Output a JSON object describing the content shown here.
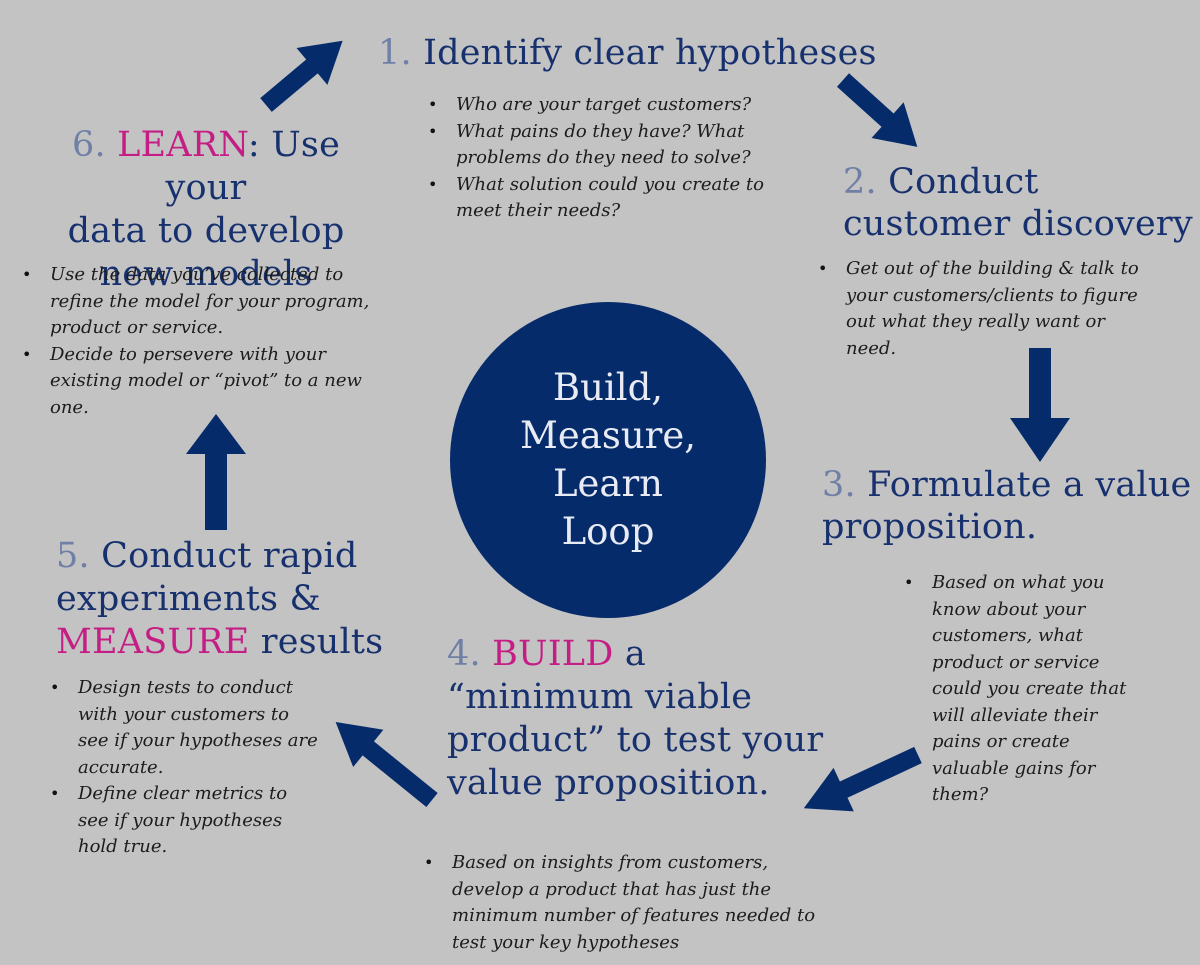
{
  "center": {
    "lines": [
      "Build,",
      "Measure,",
      "Learn",
      "Loop"
    ]
  },
  "steps": [
    {
      "number": "1.",
      "line1_text": "Identify clear hypotheses",
      "bullets": [
        "Who are your target customers?",
        "What pains do they have?  What problems do they need to solve?",
        "What solution could you create to meet their needs?"
      ]
    },
    {
      "number": "2.",
      "line1_text": "Conduct",
      "line2_text": "customer discovery",
      "bullets": [
        "Get out of the building & talk to your customers/clients to figure out what they really want or need."
      ]
    },
    {
      "number": "3.",
      "line1_text": "Formulate a value",
      "line2_text": "proposition.",
      "bullets": [
        "Based on what you know about your customers, what product or service could you create that will alleviate their pains or create valuable gains for them?"
      ]
    },
    {
      "number": "4.",
      "accent": "BUILD",
      "line1_rest": "a",
      "line2_text": "“minimum viable",
      "line3_text": "product” to test your",
      "line4_text": "value proposition.",
      "bullets": [
        "Based on insights from customers, develop a product that has just the minimum number of features needed to test your key hypotheses"
      ]
    },
    {
      "number": "5.",
      "line1_text": "Conduct rapid",
      "line2_text": "experiments &",
      "accent": "MEASURE",
      "line3_rest": "results",
      "bullets": [
        "Design tests to conduct with your customers to see if your hypotheses are accurate.",
        "Define clear metrics to see if your hypotheses hold true."
      ]
    },
    {
      "number": "6.",
      "accent": "LEARN",
      "line1_rest": ": Use your",
      "line2_text": "data to develop",
      "line3_text": "new models",
      "bullets": [
        "Use the data you’ve collected to refine the model for your program, product or service.",
        "Decide to persevere with your existing model or “pivot” to a new one."
      ]
    }
  ],
  "colors": {
    "background": "#c3c3c3",
    "navy": "#062b6b",
    "heading_text": "#17316e",
    "step_number": "#6f7fa6",
    "accent_magenta": "#c41e85",
    "center_text": "#e8ebf4"
  },
  "icons": {
    "arrow_1_to_2": "arrow-down-right",
    "arrow_2_to_3": "arrow-down",
    "arrow_3_to_4": "arrow-down-left",
    "arrow_4_to_5": "arrow-up-left",
    "arrow_5_to_6": "arrow-up",
    "arrow_6_to_1": "arrow-up-right"
  }
}
